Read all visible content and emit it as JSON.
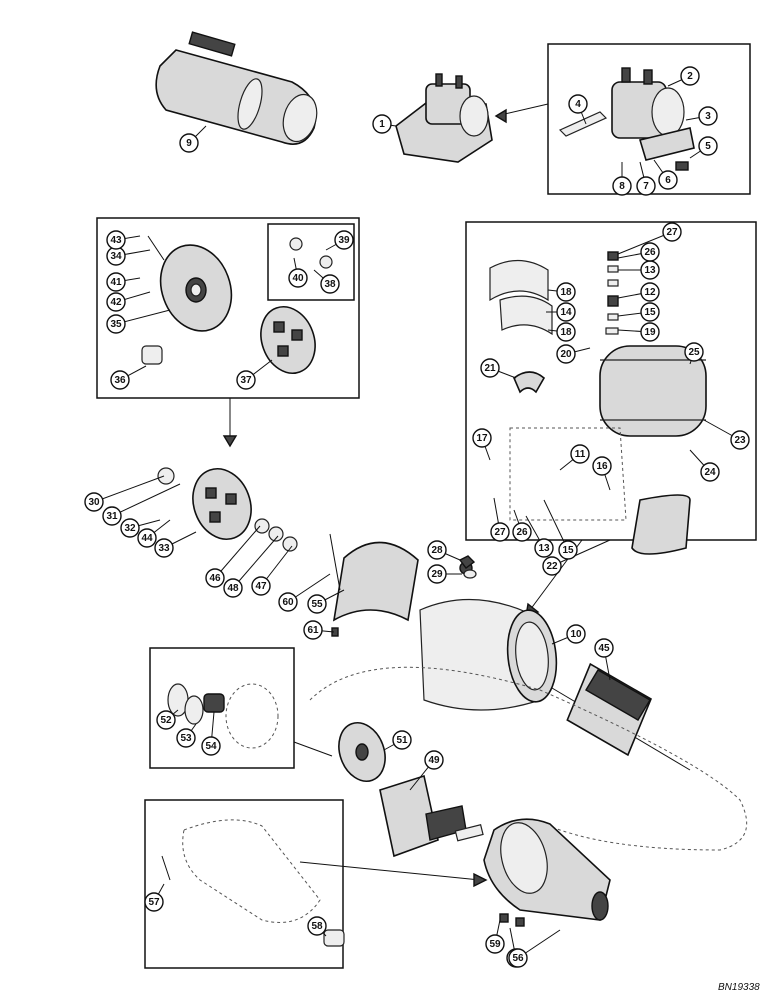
{
  "drawing_code": "BN19338",
  "callouts": [
    {
      "n": "1"
    },
    {
      "n": "2"
    },
    {
      "n": "3"
    },
    {
      "n": "4"
    },
    {
      "n": "5"
    },
    {
      "n": "6"
    },
    {
      "n": "7"
    },
    {
      "n": "8"
    },
    {
      "n": "9"
    },
    {
      "n": "10"
    },
    {
      "n": "11"
    },
    {
      "n": "12"
    },
    {
      "n": "13"
    },
    {
      "n": "14"
    },
    {
      "n": "15"
    },
    {
      "n": "16"
    },
    {
      "n": "17"
    },
    {
      "n": "18"
    },
    {
      "n": "18"
    },
    {
      "n": "19"
    },
    {
      "n": "20"
    },
    {
      "n": "21"
    },
    {
      "n": "22"
    },
    {
      "n": "23"
    },
    {
      "n": "24"
    },
    {
      "n": "25"
    },
    {
      "n": "26"
    },
    {
      "n": "27"
    },
    {
      "n": "26"
    },
    {
      "n": "27"
    },
    {
      "n": "13"
    },
    {
      "n": "15"
    },
    {
      "n": "28"
    },
    {
      "n": "29"
    },
    {
      "n": "30"
    },
    {
      "n": "31"
    },
    {
      "n": "32"
    },
    {
      "n": "33"
    },
    {
      "n": "34"
    },
    {
      "n": "35"
    },
    {
      "n": "36"
    },
    {
      "n": "37"
    },
    {
      "n": "38"
    },
    {
      "n": "39"
    },
    {
      "n": "40"
    },
    {
      "n": "41"
    },
    {
      "n": "42"
    },
    {
      "n": "43"
    },
    {
      "n": "44"
    },
    {
      "n": "45"
    },
    {
      "n": "46"
    },
    {
      "n": "47"
    },
    {
      "n": "48"
    },
    {
      "n": "49"
    },
    {
      "n": "50"
    },
    {
      "n": "51"
    },
    {
      "n": "52"
    },
    {
      "n": "53"
    },
    {
      "n": "54"
    },
    {
      "n": "55"
    },
    {
      "n": "56"
    },
    {
      "n": "57"
    },
    {
      "n": "58"
    },
    {
      "n": "59"
    },
    {
      "n": "60"
    },
    {
      "n": "61"
    }
  ]
}
